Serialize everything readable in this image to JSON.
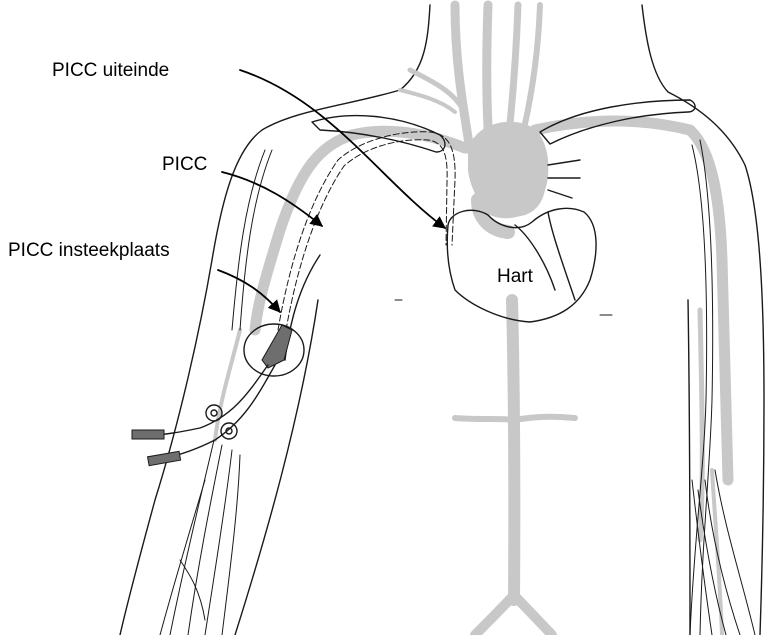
{
  "labels": {
    "picc_tip": "PICC uiteinde",
    "picc": "PICC",
    "insertion_site": "PICC insteekplaats",
    "heart": "Hart"
  },
  "colors": {
    "vessel": "#c8c8c8",
    "outline": "#1a1a1a",
    "device": "#6e6e6e",
    "background": "#ffffff"
  }
}
